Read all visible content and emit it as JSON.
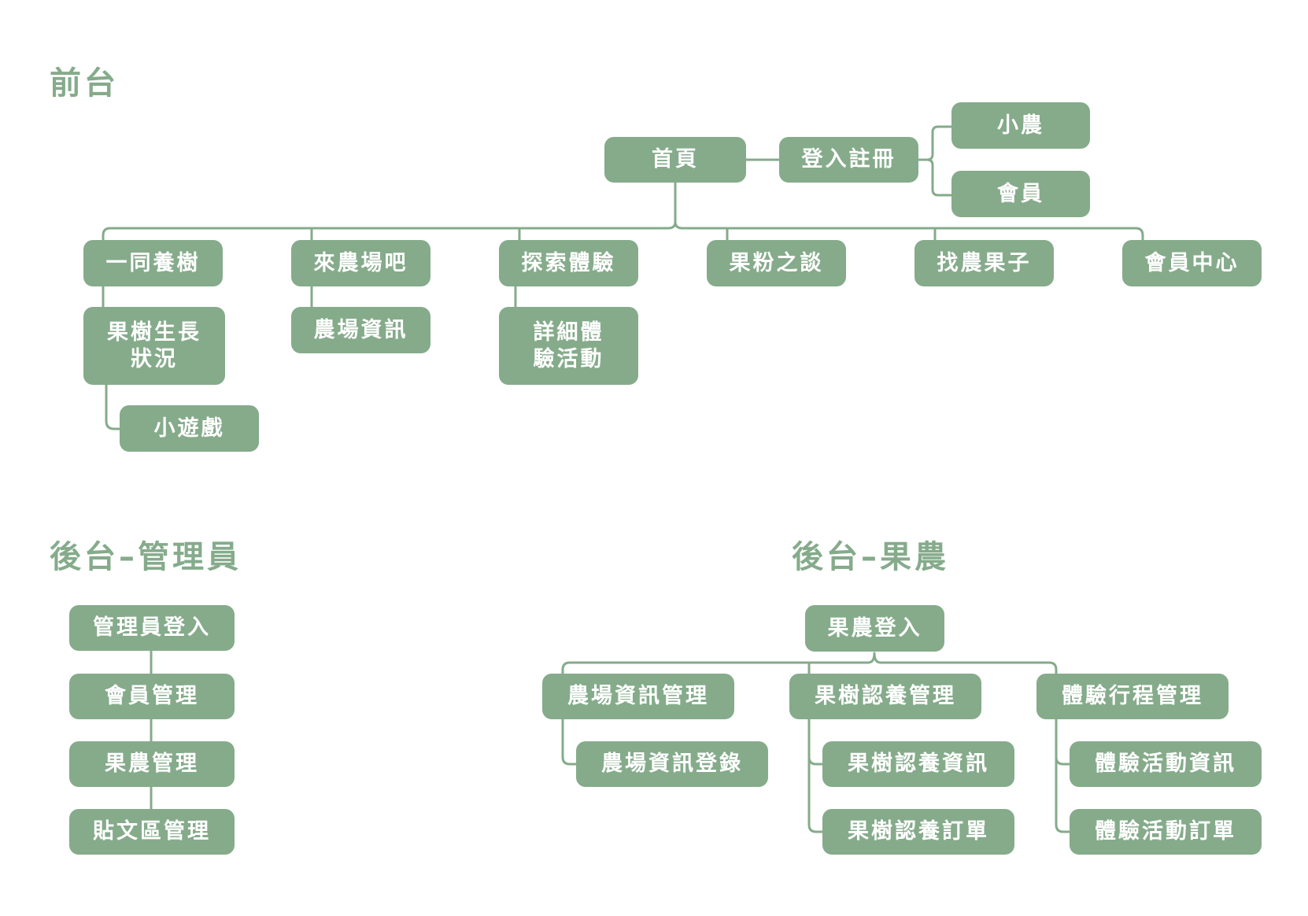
{
  "sections": {
    "front": "前台",
    "admin": "後台–管理員",
    "farmer": "後台–果農"
  },
  "front": {
    "home": "首頁",
    "login": "登入註冊",
    "small_farmer": "小農",
    "member": "會員",
    "adopt": "一同養樹",
    "farm": "來農場吧",
    "explore": "探索體驗",
    "fans": "果粉之談",
    "find_farmer": "找農果子",
    "member_center": "會員中心",
    "tree_status": "果樹生長狀況",
    "mini_game": "小遊戲",
    "farm_info": "農場資訊",
    "detail_activity": "詳細體驗活動"
  },
  "admin": {
    "login": "管理員登入",
    "member_mgmt": "會員管理",
    "farmer_mgmt": "果農管理",
    "post_mgmt": "貼文區管理"
  },
  "farmer": {
    "login": "果農登入",
    "farm_info_mgmt": "農場資訊管理",
    "farm_info_reg": "農場資訊登錄",
    "tree_adopt_mgmt": "果樹認養管理",
    "tree_adopt_info": "果樹認養資訊",
    "tree_adopt_order": "果樹認養訂單",
    "exp_mgmt": "體驗行程管理",
    "exp_info": "體驗活動資訊",
    "exp_order": "體驗活動訂單"
  },
  "colors": {
    "accent": "#85ab8b",
    "node_text": "#ffffff",
    "background": "#ffffff"
  }
}
